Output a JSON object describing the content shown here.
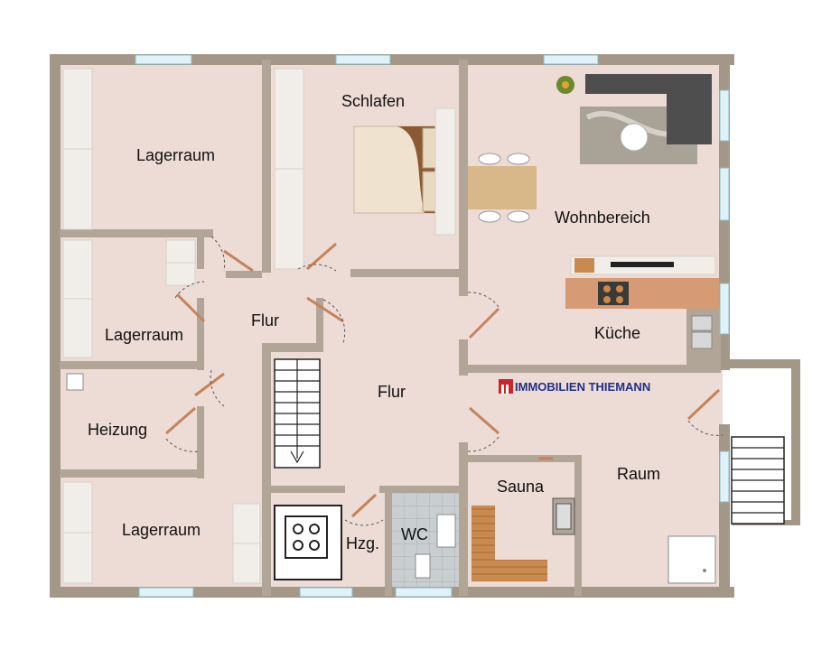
{
  "floorplan": {
    "brand": "IMMOBILIEN THIEMANN",
    "rooms": {
      "lagerraum_top": "Lagerraum",
      "schlafen": "Schlafen",
      "wohnbereich": "Wohnbereich",
      "lagerraum_mid": "Lagerraum",
      "flur_small": "Flur",
      "flur_main": "Flur",
      "kueche": "Küche",
      "heizung": "Heizung",
      "raum": "Raum",
      "sauna": "Sauna",
      "lagerraum_bottom": "Lagerraum",
      "hzg": "Hzg.",
      "wc": "WC"
    },
    "colors": {
      "wall": "#a39788",
      "floor": "#eddbd5",
      "window": "#dff2f7",
      "brand": "#1f2f8c",
      "logo": "#c8262b"
    }
  }
}
